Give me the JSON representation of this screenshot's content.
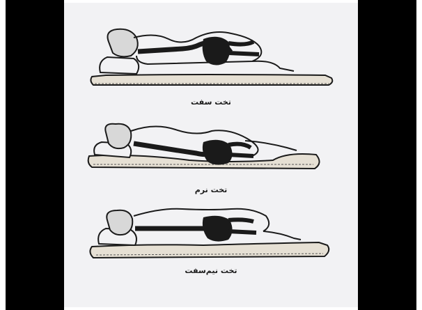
{
  "figures": [
    {
      "caption": "تخت سفت"
    },
    {
      "caption": "تخت نرم"
    },
    {
      "caption": "تخت نیم‌سفت"
    }
  ],
  "colors": {
    "ink": "#1a1a1a",
    "paper": "#f2f2f4",
    "side_bars": "#000000"
  }
}
